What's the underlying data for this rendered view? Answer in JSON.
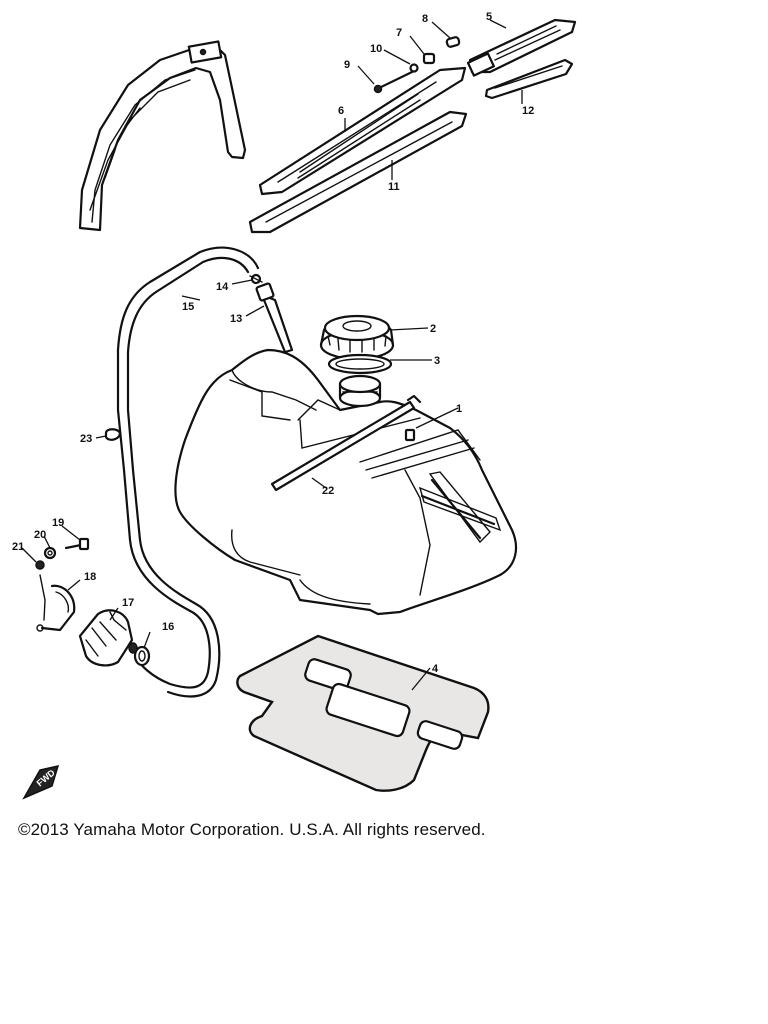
{
  "callouts": {
    "c1": "1",
    "c2": "2",
    "c3": "3",
    "c4": "4",
    "c5": "5",
    "c6": "6",
    "c7": "7",
    "c8": "8",
    "c9": "9",
    "c10": "10",
    "c11": "11",
    "c12": "12",
    "c13": "13",
    "c14": "14",
    "c15": "15",
    "c16": "16",
    "c17": "17",
    "c18": "18",
    "c19": "19",
    "c20": "20",
    "c21": "21",
    "c22": "22",
    "c23": "23"
  },
  "emblem_text": "FWD",
  "copyright": "©2013 Yamaha Motor Corporation. U.S.A. All rights reserved."
}
